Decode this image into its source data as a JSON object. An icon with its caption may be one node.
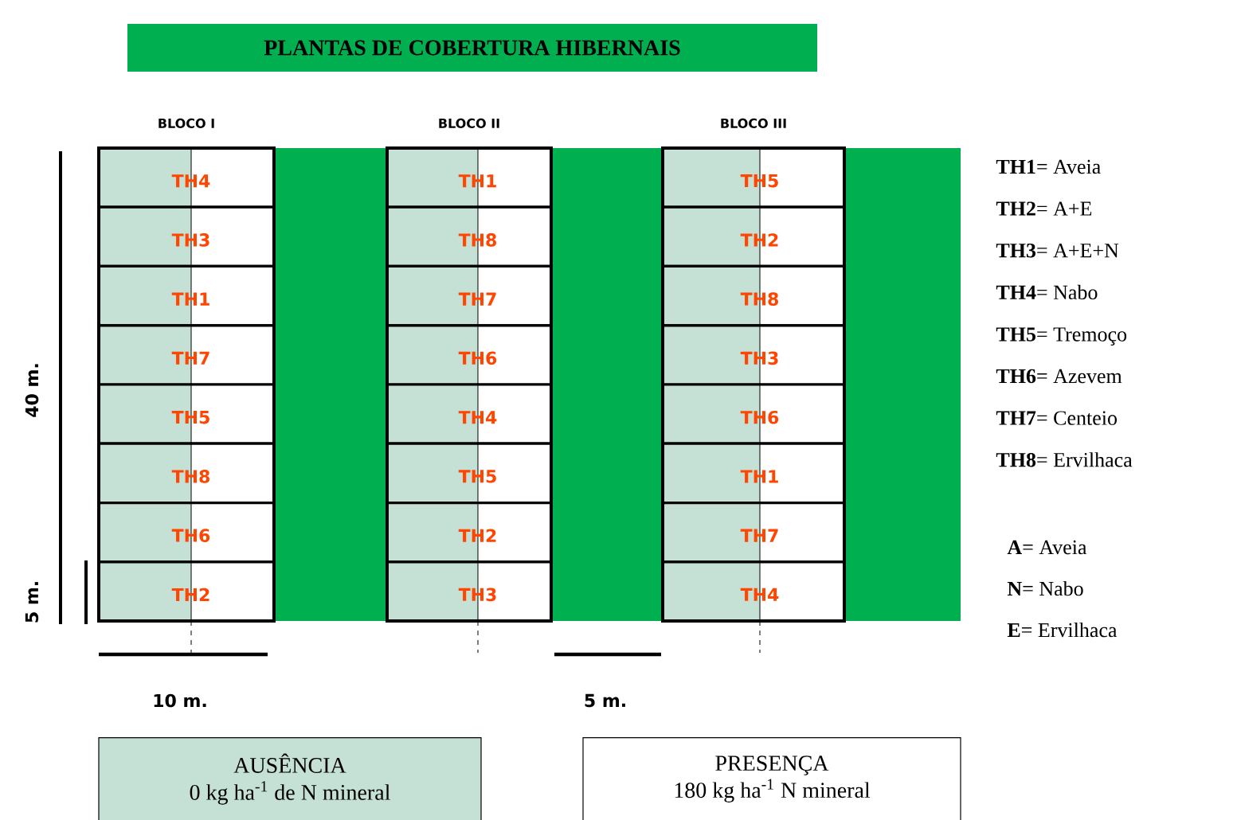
{
  "diagram": {
    "title": "PLANTAS DE COBERTURA HIBERNAIS",
    "nodes": [
      {
        "text": [
          "BLOCO I"
        ]
      },
      {
        "text": [
          "TH4"
        ],
        "in": 0
      },
      {
        "text": [
          "TH3"
        ],
        "in": 0
      },
      {
        "text": [
          "TH1"
        ],
        "in": 0
      },
      {
        "text": [
          "TH7"
        ],
        "in": 0
      },
      {
        "text": [
          "TH5"
        ],
        "in": 0
      },
      {
        "text": [
          "TH8"
        ],
        "in": 0
      },
      {
        "text": [
          "TH6"
        ],
        "in": 0
      },
      {
        "text": [
          "TH2"
        ],
        "in": 0
      },
      {
        "text": [
          "BLOCO II"
        ]
      },
      {
        "text": [
          "TH1"
        ],
        "in": 9
      },
      {
        "text": [
          "TH8"
        ],
        "in": 9
      },
      {
        "text": [
          "TH7"
        ],
        "in": 9
      },
      {
        "text": [
          "TH6"
        ],
        "in": 9
      },
      {
        "text": [
          "TH4"
        ],
        "in": 9
      },
      {
        "text": [
          "TH5"
        ],
        "in": 9
      },
      {
        "text": [
          "TH2"
        ],
        "in": 9
      },
      {
        "text": [
          "TH3"
        ],
        "in": 9
      },
      {
        "text": [
          "BLOCO III"
        ]
      },
      {
        "text": [
          "TH5"
        ],
        "in": 18
      },
      {
        "text": [
          "TH2"
        ],
        "in": 18
      },
      {
        "text": [
          "TH8"
        ],
        "in": 18
      },
      {
        "text": [
          "TH3"
        ],
        "in": 18
      },
      {
        "text": [
          "TH6"
        ],
        "in": 18
      },
      {
        "text": [
          "TH1"
        ],
        "in": 18
      },
      {
        "text": [
          "TH7"
        ],
        "in": 18
      },
      {
        "text": [
          "TH4"
        ],
        "in": 18
      },
      {
        "text": [
          "AUSÊNCIA",
          "0 kg ha$^{-1}$ de N mineral"
        ]
      },
      {
        "text": [
          "PRESENÇA",
          "180 kg ha$^{-1}$ N mineral"
        ]
      }
    ],
    "labels": [
      "40 m.",
      "5 m.",
      "10 m.",
      "5 m.",
      "**TH1**= Aveia",
      "**TH2**= A+E",
      "**TH3**= A+E+N",
      "**TH4**= Nabo",
      "**TH5**= Tremoço",
      "**TH6**= Azevem",
      "**TH7**= Centeio",
      "**TH8**= Ervilhaca",
      "**A**= Aveia",
      "**N**= Nabo",
      "**E**= Ervilhaca"
    ]
  }
}
